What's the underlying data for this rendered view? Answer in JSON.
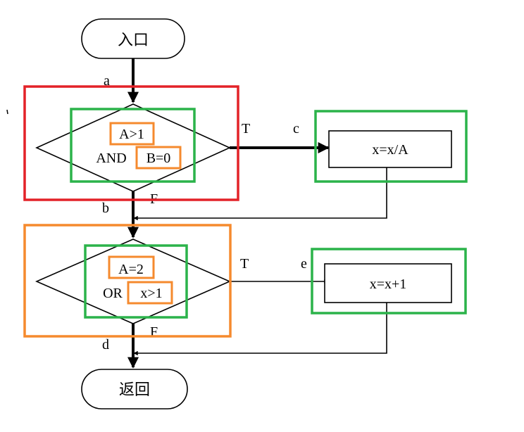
{
  "terminals": {
    "entry": "入口",
    "exit": "返回"
  },
  "decisions": {
    "first": {
      "cond_a": "A>1",
      "joiner": "AND",
      "cond_b": "B=0"
    },
    "second": {
      "cond_a": "A=2",
      "joiner": "OR",
      "cond_b": "x>1"
    }
  },
  "processes": {
    "first": "x=x/A",
    "second": "x=x+1"
  },
  "edge_labels": {
    "a": "a",
    "b": "b",
    "c": "c",
    "d": "d",
    "e": "e",
    "t1": "T",
    "f1": "F",
    "t2": "T",
    "f2": "F"
  },
  "colors": {
    "decision_box": "#e32228",
    "second_decision_box": "#f58a2e",
    "condition_box": "#f58a2e",
    "node_box": "#2bb34a",
    "line": "#000000"
  }
}
